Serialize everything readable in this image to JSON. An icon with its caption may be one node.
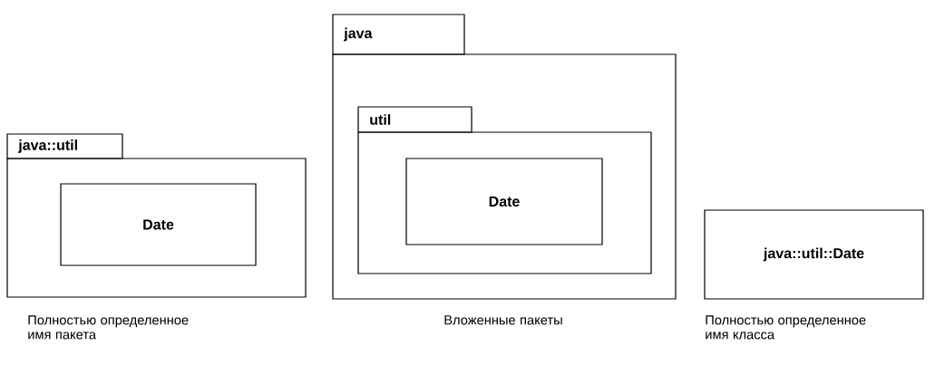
{
  "diagram": {
    "nodes": [
      {
        "text": [
          "java::util"
        ]
      },
      {
        "text": [
          "Date"
        ],
        "in": 0
      },
      {
        "text": [
          "java"
        ]
      },
      {
        "text": [
          "util"
        ],
        "in": 2
      },
      {
        "text": [
          "Date"
        ],
        "in": 3
      },
      {
        "text": [
          "java::util::Date"
        ]
      }
    ],
    "labels": [
      "Полностью определенное имя пакета",
      "Вложенные пакеты",
      "Полностью определенное имя класса"
    ]
  }
}
